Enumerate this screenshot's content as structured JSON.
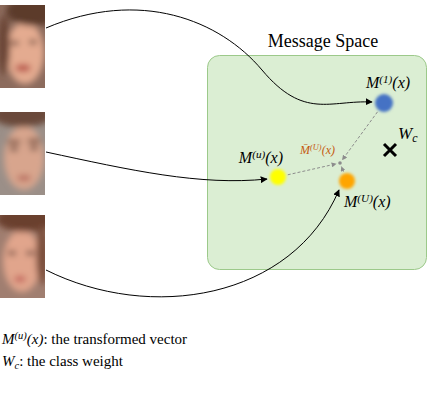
{
  "diagram": {
    "nodes": [
      {
        "text": [
          "Message Space"
        ]
      },
      {
        "text": [
          "M(1)(x)"
        ],
        "in": 0
      },
      {
        "text": [
          "M̄(U)(x)"
        ],
        "in": 0
      },
      {
        "text": [
          "Wc"
        ],
        "in": 0
      },
      {
        "text": [
          "M(u)(x)"
        ],
        "in": 0
      },
      {
        "text": [
          "M(U)(x)"
        ],
        "in": 0
      }
    ],
    "edges": [
      {
        "from": 1,
        "to": 2,
        "arrow": "to"
      },
      {
        "from": 4,
        "to": 2,
        "arrow": "to"
      },
      {
        "from": 5,
        "to": 2,
        "arrow": "to"
      }
    ],
    "labels": [
      "M(u)(x): the transformed vector",
      "Wc: the class weight"
    ]
  }
}
